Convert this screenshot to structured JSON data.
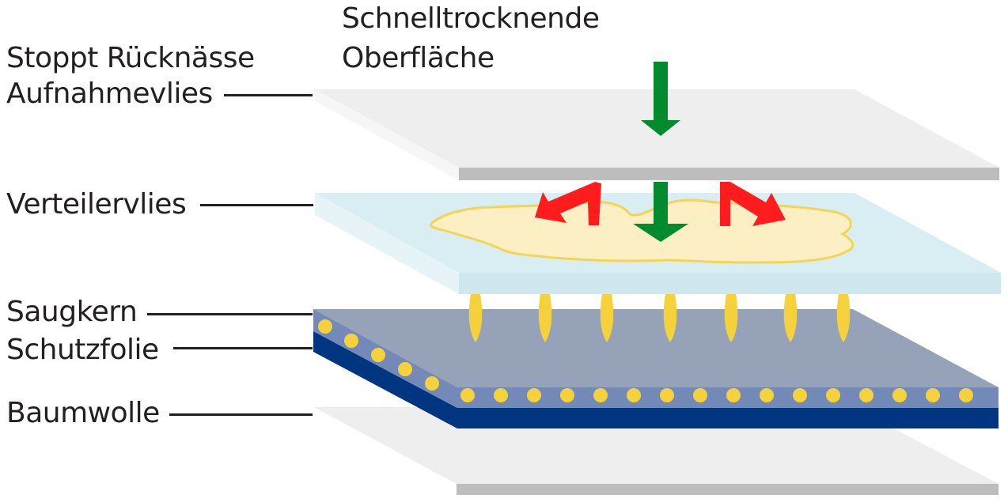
{
  "labels": {
    "top_line1": "Schnelltrocknende",
    "top_line2": "Oberfläche",
    "stop_wetness": "Stoppt Rücknässe",
    "acquisition": "Aufnahmevlies",
    "distribution": "Verteilervlies",
    "core": "Saugkern",
    "backsheet": "Schutzfolie",
    "cotton": "Baumwolle"
  },
  "colors": {
    "text": "#231f20",
    "layer_light_top": "#eeeeee",
    "layer_light_edge": "#bdbdbd",
    "layer_light_side": "#f6f6f6",
    "distribution_top": "#d8eef3",
    "distribution_edge": "#cfe8ef",
    "liquid": "#fdefc4",
    "liquid_outline": "#f5d455",
    "core_top": "#96a2b8",
    "core_edge": "#7389b8",
    "backsheet": "#003580",
    "dots": "#f5d23c",
    "arrow_green": "#008b2e",
    "arrow_red": "#ff1c1c"
  },
  "icons": [
    "arrow-down-icon",
    "arrow-left-up-icon",
    "arrow-right-down-icon"
  ]
}
